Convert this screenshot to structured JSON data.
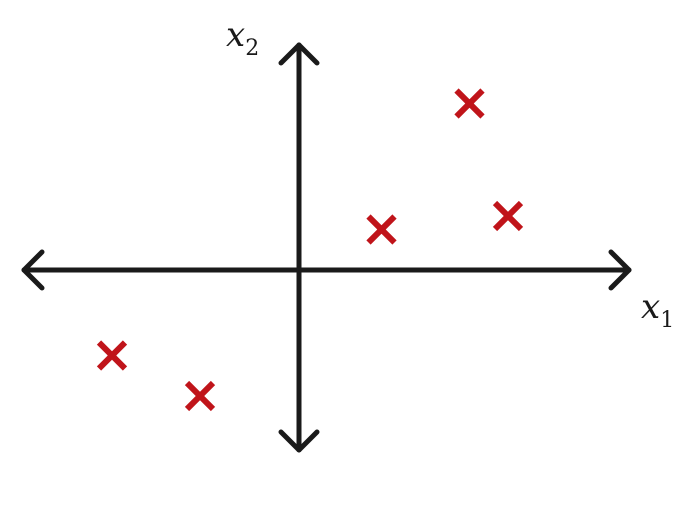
{
  "chart_data": {
    "type": "scatter",
    "title": "",
    "xlabel": "x",
    "xlabel_subscript": "1",
    "ylabel": "x",
    "ylabel_subscript": "2",
    "xlim": [
      -5,
      6
    ],
    "ylim": [
      -4,
      5
    ],
    "grid": false,
    "legend": "none",
    "axes_style": "centered-arrows",
    "marker": "x",
    "colors": {
      "axis": "#1a1a1a",
      "marker": "#c0141a",
      "background": "#ffffff"
    },
    "series": [
      {
        "x": [
          1.5,
          3.1,
          3.8,
          -3.4,
          -1.8
        ],
        "y": [
          0.9,
          3.7,
          1.2,
          -1.9,
          -2.8
        ]
      }
    ]
  }
}
